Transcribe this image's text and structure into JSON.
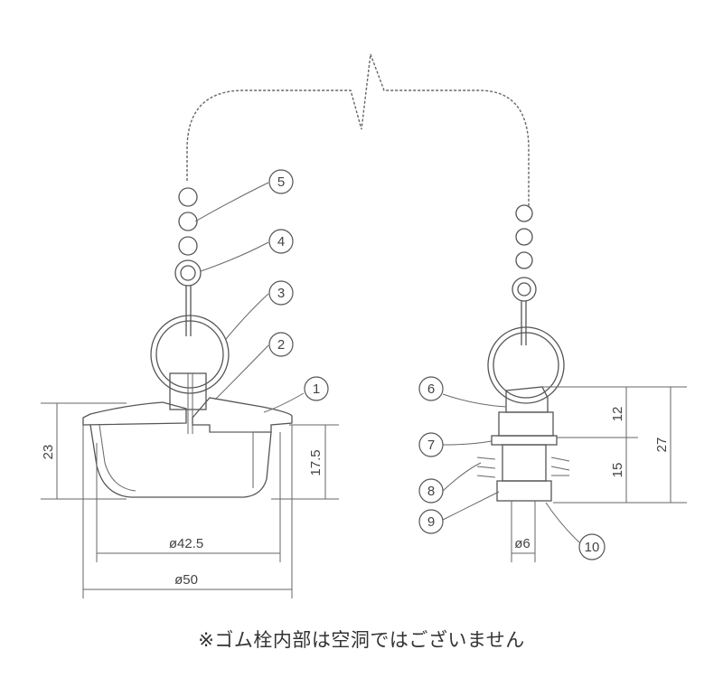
{
  "dimensions": {
    "left_height_total": "23",
    "left_height_inner": "17.5",
    "left_dia_inner": "ø42.5",
    "left_dia_outer": "ø50",
    "right_height_upper": "12",
    "right_height_lower": "15",
    "right_height_total": "27",
    "right_dia_stem": "ø6"
  },
  "callouts": [
    "1",
    "2",
    "3",
    "4",
    "5",
    "6",
    "7",
    "8",
    "9",
    "10"
  ],
  "note": "※ゴム栓内部は空洞ではございません"
}
